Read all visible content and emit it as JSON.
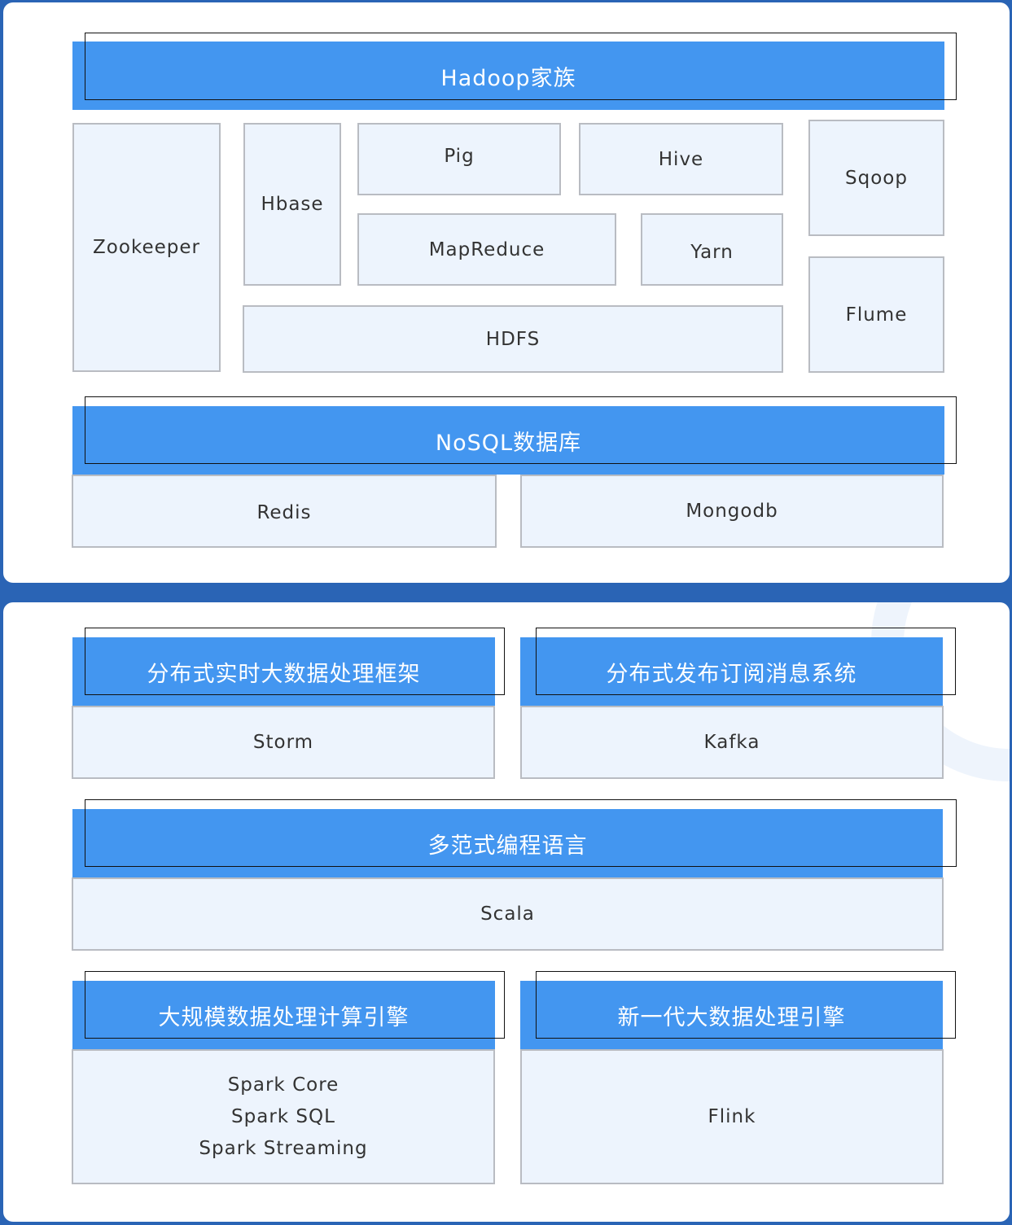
{
  "hadoop": {
    "title": "Hadoop家族",
    "zookeeper": "Zookeeper",
    "hbase": "Hbase",
    "pig": "Pig",
    "hive": "Hive",
    "sqoop": "Sqoop",
    "mapreduce": "MapReduce",
    "yarn": "Yarn",
    "flume": "Flume",
    "hdfs": "HDFS"
  },
  "nosql": {
    "title": "NoSQL数据库",
    "redis": "Redis",
    "mongodb": "Mongodb"
  },
  "realtime": {
    "title": "分布式实时大数据处理框架",
    "item": "Storm"
  },
  "pubsub": {
    "title": "分布式发布订阅消息系统",
    "item": "Kafka"
  },
  "multiparadigm": {
    "title": "多范式编程语言",
    "item": "Scala"
  },
  "largescale": {
    "title": "大规模数据处理计算引擎",
    "items": [
      "Spark Core",
      "Spark SQL",
      "Spark Streaming"
    ]
  },
  "nextgen": {
    "title": "新一代大数据处理引擎",
    "item": "Flink"
  },
  "colors": {
    "header_blue": "#4396f0",
    "box_fill": "#edf4fd",
    "background": "#2a64b5"
  }
}
